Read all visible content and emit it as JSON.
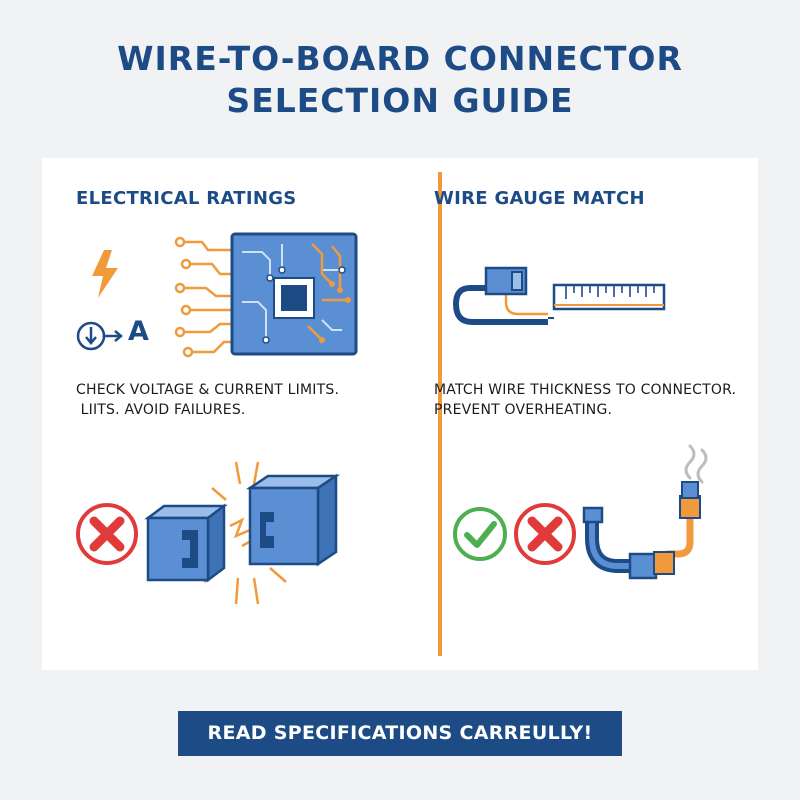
{
  "title": {
    "line1": "WIRE-TO-BOARD CONNECTOR",
    "line2": "SELECTION GUIDE"
  },
  "left_panel": {
    "heading": "ELECTRICAL RATINGS",
    "ampere_symbol": "A",
    "text_line1": "CHECK VOLTAGE & CURRENT LIMITS.",
    "text_line2": " LIITS. AVOID FAILURES.",
    "icons": [
      "lightning-bolt-icon",
      "current-meter-icon",
      "circuit-board-icon",
      "error-x-icon",
      "broken-connector-icon"
    ]
  },
  "right_panel": {
    "heading": "WIRE GAUGE MATCH",
    "text_line1": "MATCH WIRE THICKNESS TO CONNECTOR.",
    "text_line2": "PREVENT OVERHEATING.",
    "icons": [
      "wire-connector-icon",
      "ruler-icon",
      "check-icon",
      "error-x-icon",
      "overheating-cable-icon"
    ]
  },
  "footer": {
    "label": "READ SPECIFICATIONS CARREULLY!"
  },
  "colors": {
    "navy": "#1d4b86",
    "orange": "#f19a3c",
    "blue_fill": "#5b8fd4",
    "red": "#e03a3a",
    "green": "#4caf50"
  }
}
